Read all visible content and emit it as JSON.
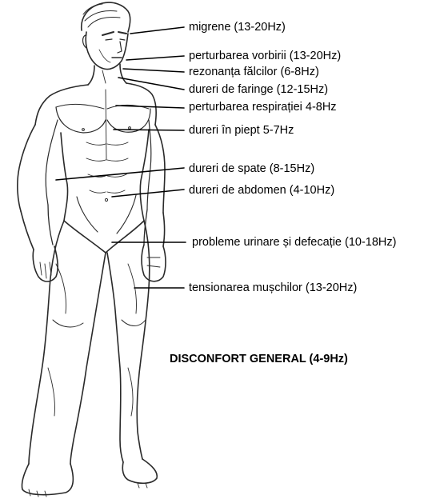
{
  "diagram": {
    "labels": [
      {
        "id": "migraine",
        "text": "migrene (13-20Hz)"
      },
      {
        "id": "speech",
        "text": "perturbarea vorbirii (13-20Hz)"
      },
      {
        "id": "jaw",
        "text": "rezonanța fălcilor (6-8Hz)"
      },
      {
        "id": "pharynx",
        "text": "dureri de faringe (12-15Hz)"
      },
      {
        "id": "breathing",
        "text": "perturbarea respirației 4-8Hz"
      },
      {
        "id": "chest",
        "text": "dureri în piept 5-7Hz"
      },
      {
        "id": "back",
        "text": "dureri de spate (8-15Hz)"
      },
      {
        "id": "abdomen",
        "text": "dureri de abdomen (4-10Hz)"
      },
      {
        "id": "urinary",
        "text": "probleme urinare și defecație (10-18Hz)"
      },
      {
        "id": "muscles",
        "text": "tensionarea mușchilor (13-20Hz)"
      }
    ],
    "general_note": "DISCONFORT GENERAL (4-9Hz)",
    "line_color": "#000000",
    "figure_stroke": "#2a2a2a"
  }
}
